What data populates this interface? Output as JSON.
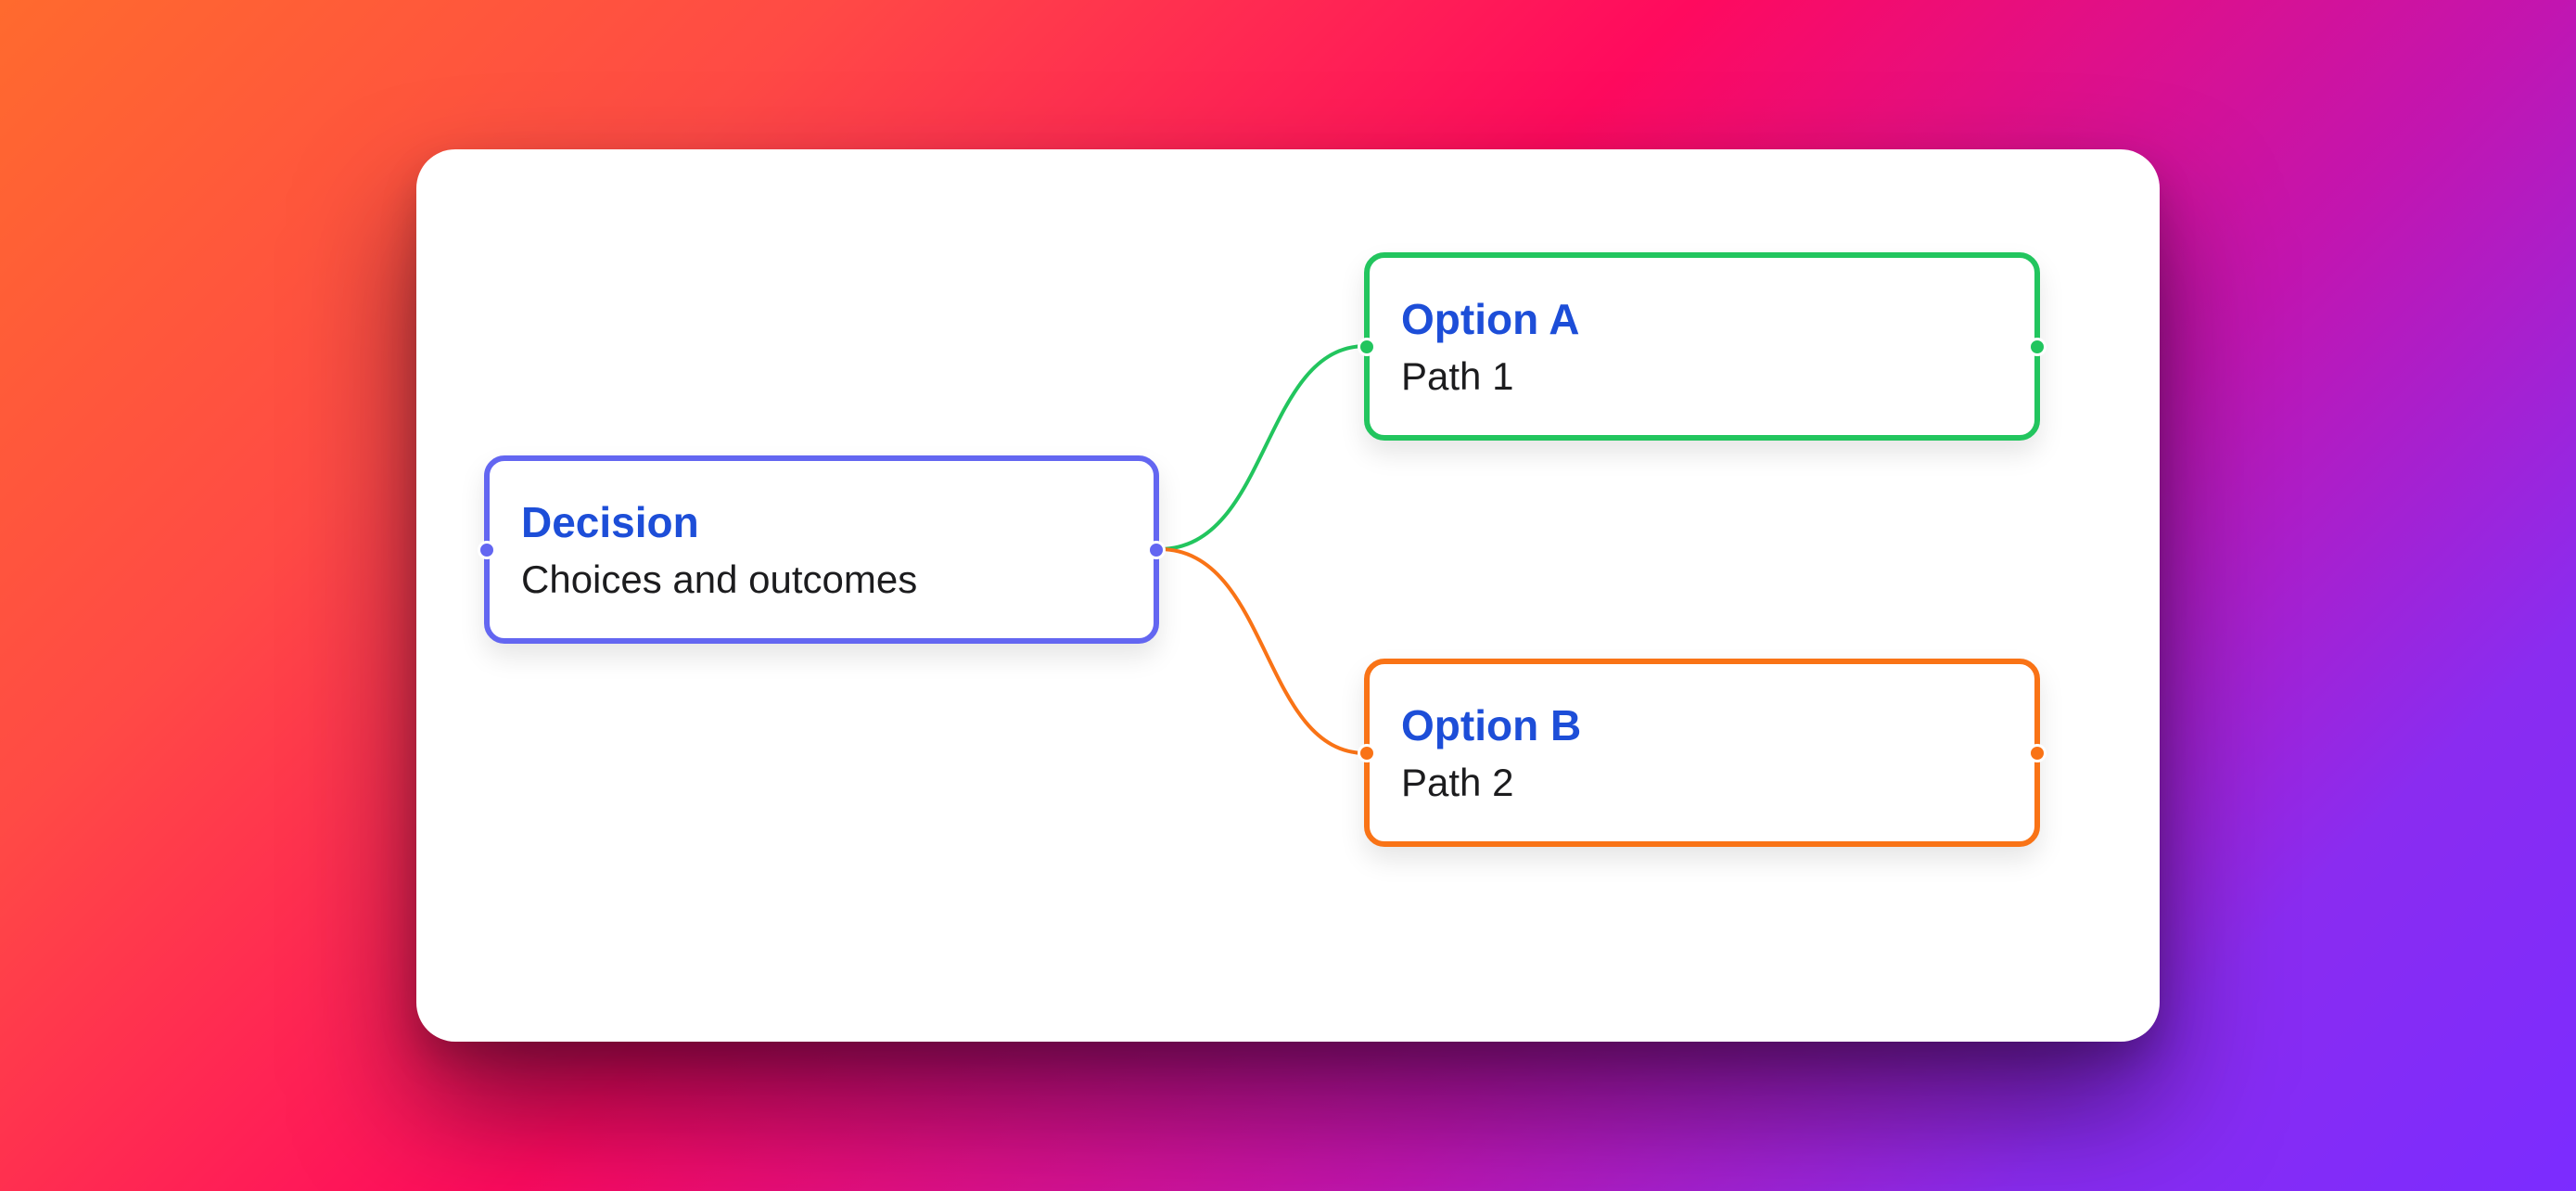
{
  "diagram": {
    "type": "decision-tree",
    "background": {
      "gradient_stops": [
        "#ff6a2e",
        "#ff0a5e",
        "#c215b0",
        "#7b2cff"
      ]
    },
    "nodes": [
      {
        "id": "decision",
        "title": "Decision",
        "subtitle": "Choices and outcomes",
        "border_color": "#6366f1"
      },
      {
        "id": "option-a",
        "title": "Option A",
        "subtitle": "Path 1",
        "border_color": "#22c55e"
      },
      {
        "id": "option-b",
        "title": "Option B",
        "subtitle": "Path 2",
        "border_color": "#f97316"
      }
    ],
    "edges": [
      {
        "from": "decision",
        "to": "option-a",
        "color": "#22c55e"
      },
      {
        "from": "decision",
        "to": "option-b",
        "color": "#f97316"
      }
    ],
    "colors": {
      "title_text": "#1d4ed8",
      "subtitle_text": "#1c1c1e",
      "card_background": "#ffffff"
    }
  }
}
